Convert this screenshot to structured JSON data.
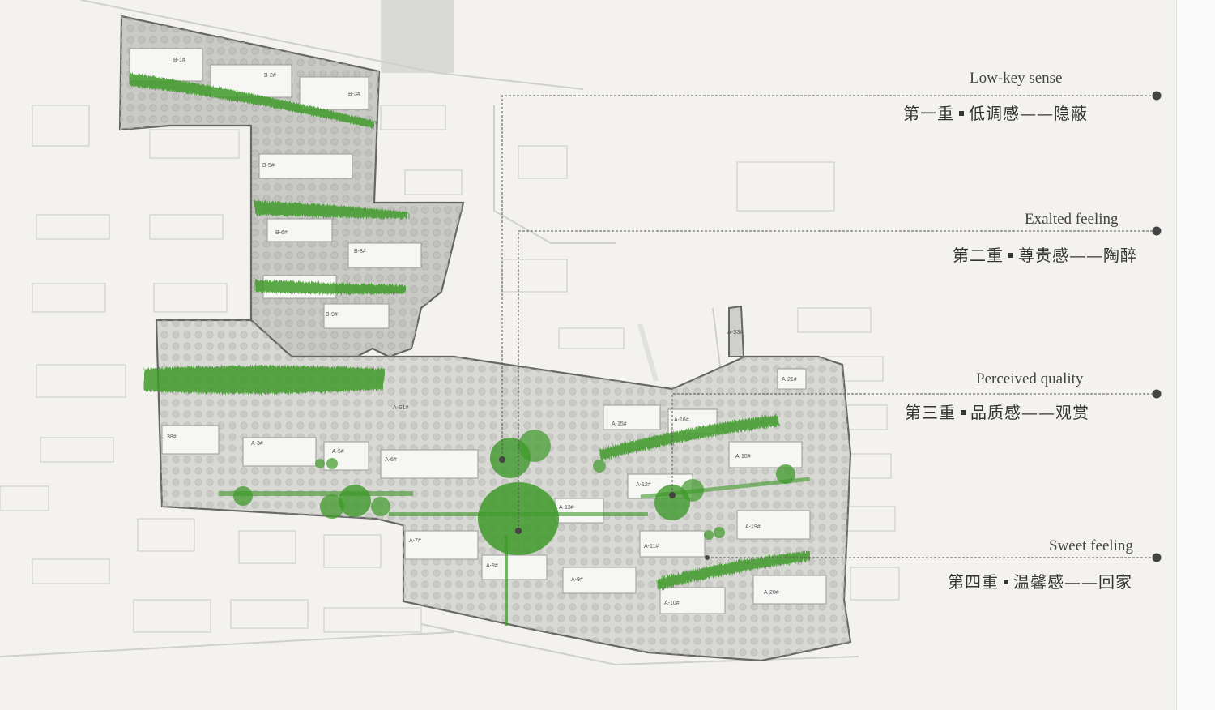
{
  "layers": [
    {
      "en": "Low-key sense",
      "zh_prefix": "第一重",
      "zh_suffix": "低调感——隐蔽"
    },
    {
      "en": "Exalted feeling",
      "zh_prefix": "第二重",
      "zh_suffix": "尊贵感——陶醉"
    },
    {
      "en": "Perceived quality",
      "zh_prefix": "第三重",
      "zh_suffix": "品质感——观赏"
    },
    {
      "en": "Sweet feeling",
      "zh_prefix": "第四重",
      "zh_suffix": "温馨感——回家"
    }
  ],
  "buildings": {
    "b1": "B-1#",
    "b2": "B-2#",
    "b3": "B-3#",
    "b5": "B-5#",
    "b6": "B-6#",
    "b8": "B-8#",
    "b9": "B-9#",
    "a3": "A-3#",
    "a5": "A-5#",
    "a6": "A-6#",
    "a7": "A-7#",
    "a8": "A-8#",
    "a9": "A-9#",
    "a10": "A-10#",
    "a11": "A-11#",
    "a12": "A-12#",
    "a13": "A-13#",
    "a15": "A-15#",
    "a16": "A-16#",
    "a18": "A-18#",
    "a19": "A-19#",
    "a20": "A-20#",
    "a21": "A-21#",
    "as1": "A-S1#",
    "as3": "A-S3#",
    "b38": "38#"
  },
  "colors": {
    "green": "#3f9a2a",
    "site": "#cfcfcc",
    "outline": "#666666",
    "leader": "#555555"
  }
}
